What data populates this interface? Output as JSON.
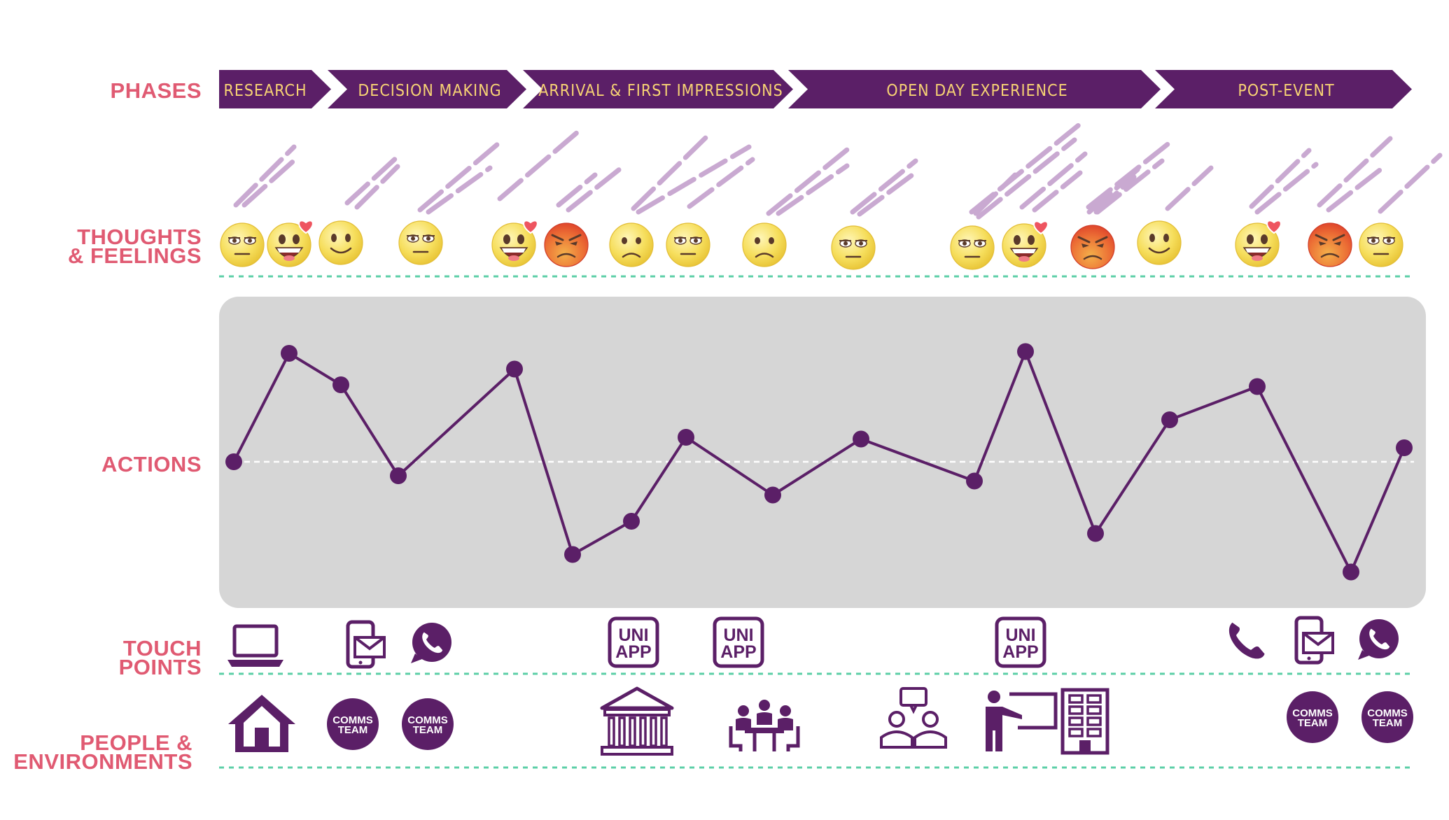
{
  "colors": {
    "purple": "#5b1f67",
    "phase_text": "#f7d374",
    "label_pink": "#e05a72",
    "thought_line": "#c9a9d1",
    "divider_teal": "#5ccfa7",
    "actions_bg": "#d6d6d6"
  },
  "row_labels": {
    "phases": "PHASES",
    "thoughts": "THOUGHTS\n& FEELINGS",
    "actions": "ACTIONS",
    "touch_points": "TOUCH\nPOINTS",
    "people": "PEOPLE &\nENVIRONMENTS"
  },
  "phases": [
    {
      "label": "RESEARCH"
    },
    {
      "label": "DECISION MAKING"
    },
    {
      "label": "ARRIVAL & FIRST IMPRESSIONS"
    },
    {
      "label": "OPEN DAY EXPERIENCE"
    },
    {
      "label": "POST-EVENT"
    }
  ],
  "feelings": [
    {
      "mood": "neutral",
      "heart": false
    },
    {
      "mood": "happy",
      "heart": true
    },
    {
      "mood": "content",
      "heart": false
    },
    {
      "mood": "neutral",
      "heart": false
    },
    {
      "mood": "happy",
      "heart": true
    },
    {
      "mood": "angry",
      "heart": false
    },
    {
      "mood": "sad",
      "heart": false
    },
    {
      "mood": "neutral",
      "heart": false
    },
    {
      "mood": "sad",
      "heart": false
    },
    {
      "mood": "neutral",
      "heart": false
    },
    {
      "mood": "neutral",
      "heart": false
    },
    {
      "mood": "happy",
      "heart": true
    },
    {
      "mood": "angry",
      "heart": false
    },
    {
      "mood": "content",
      "heart": false
    },
    {
      "mood": "happy",
      "heart": true
    },
    {
      "mood": "angry",
      "heart": false
    },
    {
      "mood": "neutral",
      "heart": false
    }
  ],
  "actions_values": [
    0.0,
    0.62,
    0.44,
    -0.08,
    0.53,
    -0.53,
    -0.34,
    0.14,
    -0.19,
    0.13,
    -0.11,
    0.63,
    -0.41,
    0.24,
    0.43,
    -0.63,
    0.08
  ],
  "touch_points": [
    {
      "icon": "laptop-icon"
    },
    {
      "icon": "mobile-email-icon"
    },
    {
      "icon": "whatsapp-icon"
    },
    {
      "icon": "uni-app-icon",
      "line1": "UNI",
      "line2": "APP"
    },
    {
      "icon": "uni-app-icon",
      "line1": "UNI",
      "line2": "APP"
    },
    {
      "icon": "uni-app-icon",
      "line1": "UNI",
      "line2": "APP"
    },
    {
      "icon": "phone-icon"
    },
    {
      "icon": "mobile-email-icon"
    },
    {
      "icon": "whatsapp-icon"
    }
  ],
  "people": [
    {
      "icon": "house-icon"
    },
    {
      "icon": "comms-team-badge-icon",
      "line1": "COMMS",
      "line2": "TEAM"
    },
    {
      "icon": "comms-team-badge-icon",
      "line1": "COMMS",
      "line2": "TEAM"
    },
    {
      "icon": "university-building-icon"
    },
    {
      "icon": "meeting-table-icon"
    },
    {
      "icon": "conversation-people-icon"
    },
    {
      "icon": "presenter-icon"
    },
    {
      "icon": "office-building-icon"
    },
    {
      "icon": "comms-team-badge-icon",
      "line1": "COMMS",
      "line2": "TEAM"
    },
    {
      "icon": "comms-team-badge-icon",
      "line1": "COMMS",
      "line2": "TEAM"
    }
  ]
}
